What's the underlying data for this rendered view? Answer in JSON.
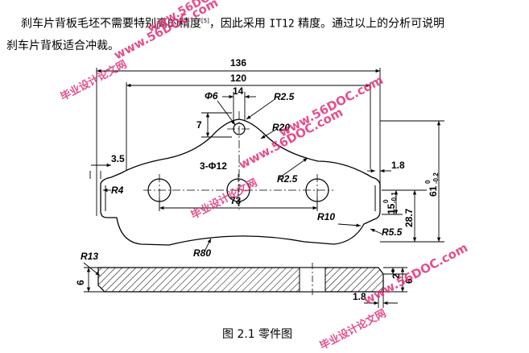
{
  "text": {
    "line1_a": "刹车片背板毛坯不需要特别高的精度",
    "line1_ref": "[5]",
    "line1_b": "，因此采用 ",
    "line1_code": "IT12",
    "line1_c": " 精度。通过以上的分析可说明",
    "line2": "刹车片背板适合冲裁。"
  },
  "caption": "图 2.1  零件图",
  "dimensions": {
    "d136": "136",
    "d120": "120",
    "d14": "14",
    "phi6": "Φ6",
    "r2_5_top": "R2.5",
    "d7": "7",
    "r20": "R20",
    "d3_5": "3.5",
    "holes": "3-Φ12",
    "d1_8_top": "1.8",
    "r4": "R4",
    "r2_5_mid": "R2.5",
    "d73": "73",
    "d61": "61",
    "d61_tol_upper": "0",
    "d61_tol_lower": "-0.2",
    "d15": "15",
    "d15_tol_upper": "0",
    "d15_tol_lower": "-0.1",
    "d28_7": "28.7",
    "r10": "R10",
    "r5_5": "R5.5",
    "r80": "R80",
    "r13": "R13",
    "d6_left": "6",
    "d2": "2",
    "d6_right": "6",
    "d1_8_bottom": "1.8"
  },
  "watermarks": [
    "www.56DOC.com",
    "毕业设计论文网"
  ],
  "colors": {
    "watermark": "#e0317a",
    "line": "#000000"
  }
}
